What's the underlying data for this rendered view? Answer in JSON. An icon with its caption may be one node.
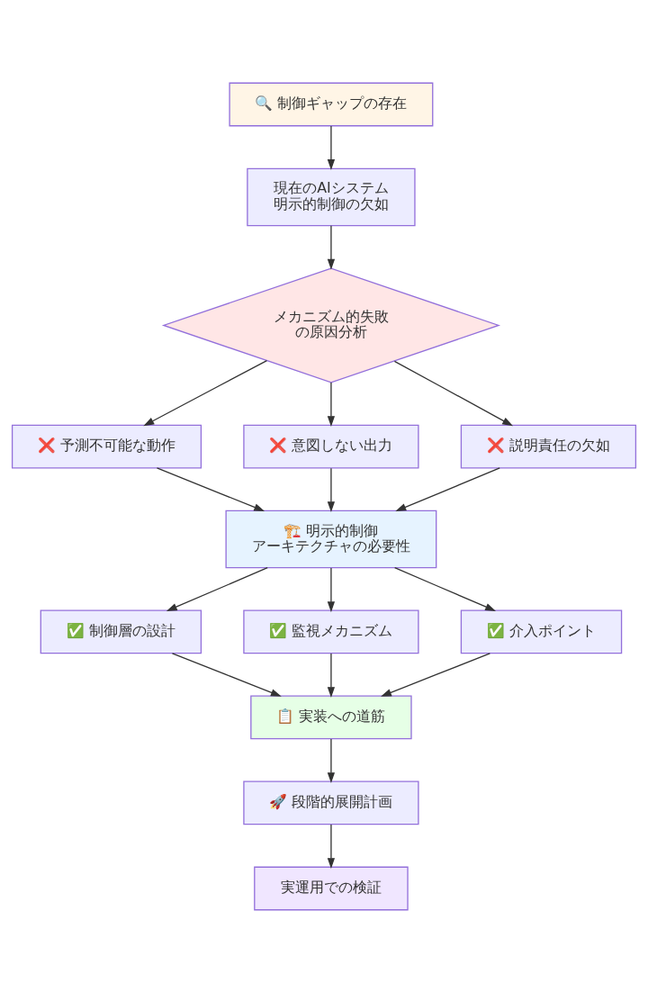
{
  "diagram": {
    "nodes": [
      {
        "text": [
          "🔍 制御ギャップの存在"
        ]
      },
      {
        "text": [
          "現在のAIシステム",
          "明示的制御の欠如"
        ]
      },
      {
        "text": [
          "メカニズム的失敗の原因分析"
        ]
      },
      {
        "text": [
          "❌ 予測不可能な動作"
        ]
      },
      {
        "text": [
          "❌ 意図しない出力"
        ]
      },
      {
        "text": [
          "❌ 説明責任の欠如"
        ]
      },
      {
        "text": [
          "🏗️ 明示的制御",
          "アーキテクチャの必要性"
        ]
      },
      {
        "text": [
          "✅ 制御層の設計"
        ]
      },
      {
        "text": [
          "✅ 監視メカニズム"
        ]
      },
      {
        "text": [
          "✅ 介入ポイント"
        ]
      },
      {
        "text": [
          "📋 実装への道筋"
        ]
      },
      {
        "text": [
          "🚀 段階的展開計画"
        ]
      },
      {
        "text": [
          "実運用での検証"
        ]
      }
    ],
    "edges": [
      {
        "from": 0,
        "to": 1,
        "arrow": "to"
      },
      {
        "from": 1,
        "to": 2,
        "arrow": "to"
      },
      {
        "from": 2,
        "to": 3,
        "arrow": "to"
      },
      {
        "from": 2,
        "to": 4,
        "arrow": "to"
      },
      {
        "from": 2,
        "to": 5,
        "arrow": "to"
      },
      {
        "from": 3,
        "to": 6,
        "arrow": "to"
      },
      {
        "from": 4,
        "to": 6,
        "arrow": "to"
      },
      {
        "from": 5,
        "to": 6,
        "arrow": "to"
      },
      {
        "from": 6,
        "to": 7,
        "arrow": "to"
      },
      {
        "from": 6,
        "to": 8,
        "arrow": "to"
      },
      {
        "from": 6,
        "to": 9,
        "arrow": "to"
      },
      {
        "from": 7,
        "to": 10,
        "arrow": "to"
      },
      {
        "from": 8,
        "to": 10,
        "arrow": "to"
      },
      {
        "from": 9,
        "to": 10,
        "arrow": "to"
      },
      {
        "from": 10,
        "to": 11,
        "arrow": "to"
      },
      {
        "from": 11,
        "to": 12,
        "arrow": "to"
      }
    ]
  }
}
